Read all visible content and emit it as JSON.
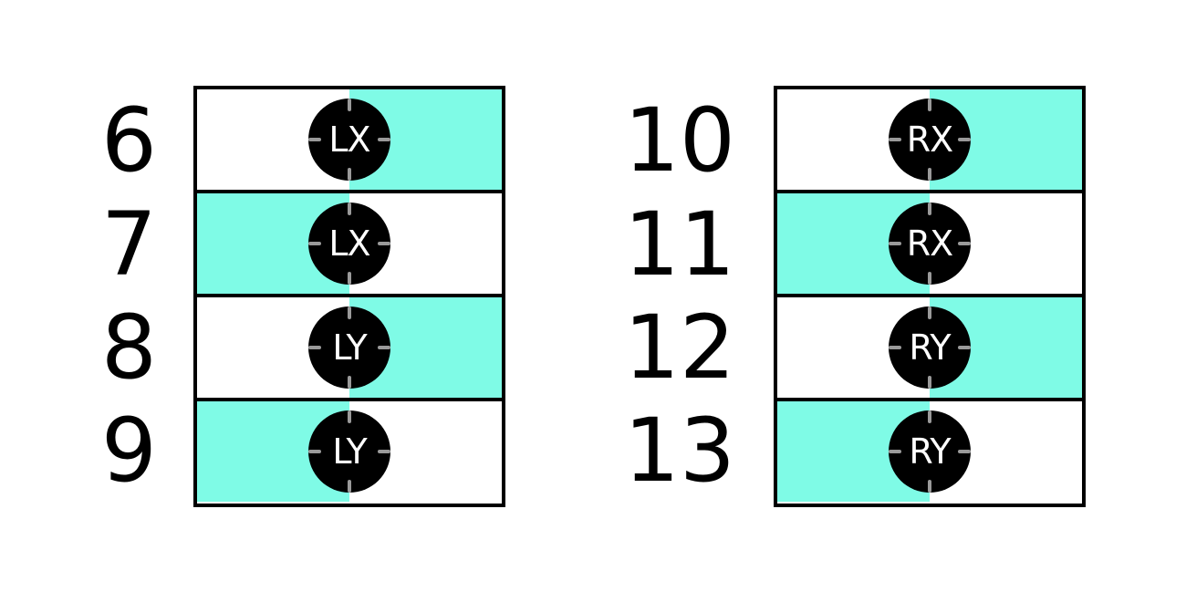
{
  "left_group": {
    "rows": [
      {
        "number": "6",
        "label": "LX",
        "highlight": "right"
      },
      {
        "number": "7",
        "label": "LX",
        "highlight": "left"
      },
      {
        "number": "8",
        "label": "LY",
        "highlight": "right"
      },
      {
        "number": "9",
        "label": "LY",
        "highlight": "left"
      }
    ]
  },
  "right_group": {
    "rows": [
      {
        "number": "10",
        "label": "RX",
        "highlight": "right"
      },
      {
        "number": "11",
        "label": "RX",
        "highlight": "left"
      },
      {
        "number": "12",
        "label": "RY",
        "highlight": "right"
      },
      {
        "number": "13",
        "label": "RY",
        "highlight": "left"
      }
    ]
  },
  "colors": {
    "highlight": "#7ffbe6",
    "knob": "#000000",
    "tick": "#9a9a9a",
    "border": "#000000"
  },
  "icons": {
    "knob": "joystick-stick-icon"
  }
}
